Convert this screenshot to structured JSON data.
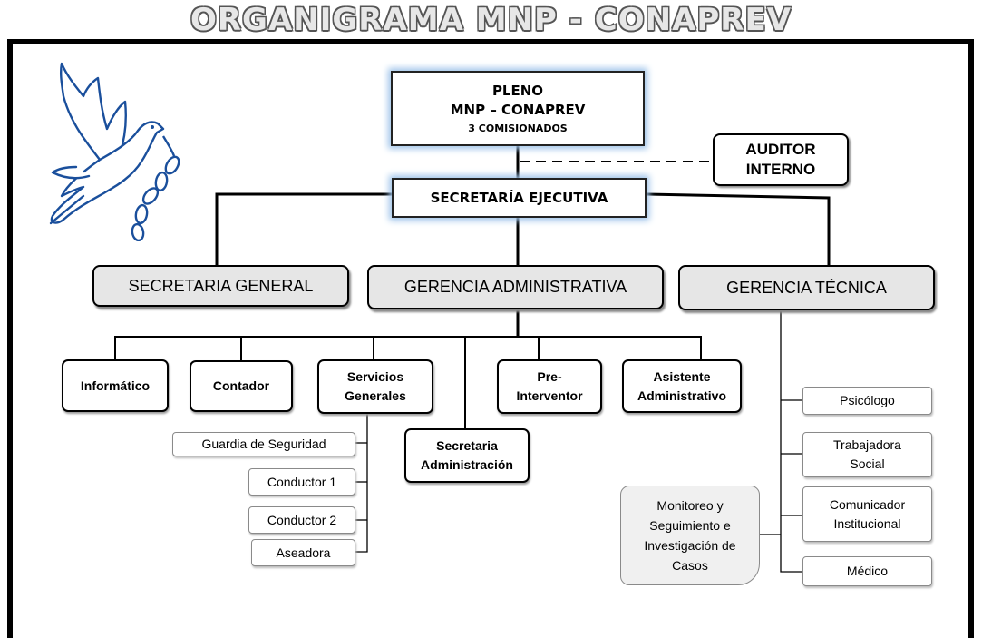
{
  "title": "ORGANIGRAMA  MNP - CONAPREV",
  "pleno": {
    "line1": "PLENO",
    "line2": "MNP – CONAPREV",
    "line3": "3 COMISIONADOS"
  },
  "auditor": {
    "line1": "AUDITOR",
    "line2": "INTERNO"
  },
  "secretaria_ejecutiva": "SECRETARÍA EJECUTIVA",
  "departments": {
    "secretaria_general": "SECRETARIA GENERAL",
    "gerencia_administrativa": "GERENCIA ADMINISTRATIVA",
    "gerencia_tecnica": "GERENCIA TÉCNICA"
  },
  "admin_units": {
    "informatico": "Informático",
    "contador": "Contador",
    "servicios_generales": {
      "line1": "Servicios",
      "line2": "Generales"
    },
    "pre_interventor": {
      "line1": "Pre-",
      "line2": "Interventor"
    },
    "asistente_administrativo": {
      "line1": "Asistente",
      "line2": "Administrativo"
    },
    "secretaria_administracion": {
      "line1": "Secretaria",
      "line2": "Administración"
    }
  },
  "servicios_staff": [
    "Guardia de Seguridad",
    "Conductor 1",
    "Conductor 2",
    "Aseadora"
  ],
  "tecnica_staff": {
    "psicologo": "Psicólogo",
    "trabajadora_social": {
      "line1": "Trabajadora",
      "line2": "Social"
    },
    "comunicador": {
      "line1": "Comunicador",
      "line2": "Institucional"
    },
    "medico": "Médico",
    "monitoreo": {
      "line1": "Monitoreo y",
      "line2": "Seguimiento e",
      "line3": "Investigación de",
      "line4": "Casos"
    }
  },
  "icon": "dove-with-broken-chain-icon"
}
